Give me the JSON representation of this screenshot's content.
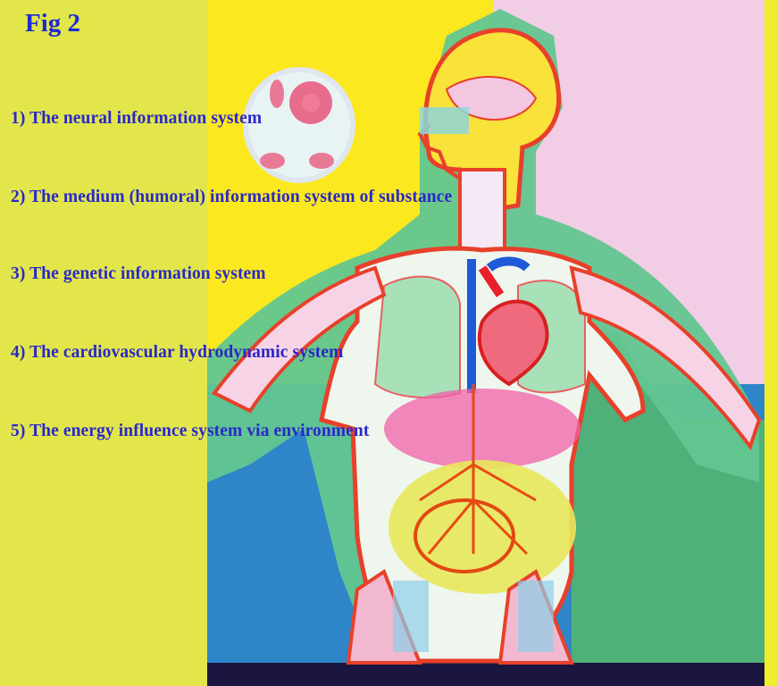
{
  "figure": {
    "label": "Fig 2",
    "captions": [
      "1) The neural information system",
      "2) The medium (humoral) information system of substance",
      "3) The genetic information system",
      "4) The cardiovascular hydrodynamic system",
      "5) The energy influence system via environment"
    ]
  },
  "colors": {
    "left_panel": "#e2e64a",
    "head_bg": "#fce81e",
    "right_bg": "#f2cde6",
    "body_green": "#52b883",
    "floor_blue": "#2e86c8",
    "text": "#2a28c8"
  }
}
